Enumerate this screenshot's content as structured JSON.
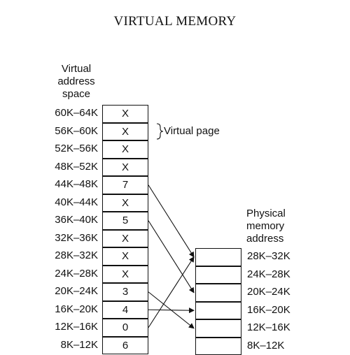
{
  "title": "VIRTUAL MEMORY",
  "virtual_heading": [
    "Virtual",
    "address",
    "space"
  ],
  "physical_heading": [
    "Physical",
    "memory",
    "address"
  ],
  "brace_label": "Virtual page",
  "virtual_pages": [
    {
      "range": "60K–64K",
      "frame": "X"
    },
    {
      "range": "56K–60K",
      "frame": "X"
    },
    {
      "range": "52K–56K",
      "frame": "X"
    },
    {
      "range": "48K–52K",
      "frame": "X"
    },
    {
      "range": "44K–48K",
      "frame": "7"
    },
    {
      "range": "40K–44K",
      "frame": "X"
    },
    {
      "range": "36K–40K",
      "frame": "5"
    },
    {
      "range": "32K–36K",
      "frame": "X"
    },
    {
      "range": "28K–32K",
      "frame": "X"
    },
    {
      "range": "24K–28K",
      "frame": "X"
    },
    {
      "range": "20K–24K",
      "frame": "3"
    },
    {
      "range": "16K–20K",
      "frame": "4"
    },
    {
      "range": "12K–16K",
      "frame": "0"
    },
    {
      "range": "8K–12K",
      "frame": "6"
    }
  ],
  "physical_frames": [
    {
      "range": "28K–32K"
    },
    {
      "range": "24K–28K"
    },
    {
      "range": "20K–24K"
    },
    {
      "range": "16K–20K"
    },
    {
      "range": "12K–16K"
    },
    {
      "range": "8K–12K"
    }
  ],
  "mappings": [
    {
      "virtual": "44K–48K",
      "physical": "28K–32K"
    },
    {
      "virtual": "36K–40K",
      "physical": "20K–24K"
    },
    {
      "virtual": "20K–24K",
      "physical": "12K–16K"
    },
    {
      "virtual": "16K–20K",
      "physical": "16K–20K"
    },
    {
      "virtual": "12K–16K",
      "physical": "28K–32K"
    }
  ]
}
